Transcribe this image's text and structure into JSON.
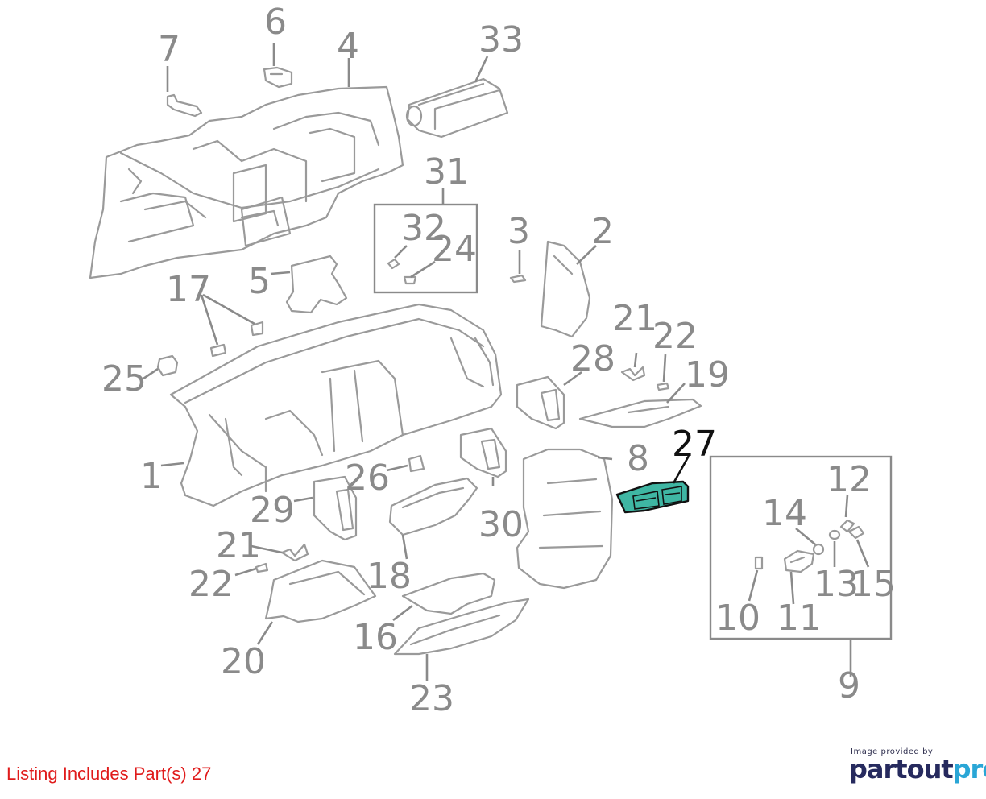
{
  "diagram": {
    "callouts": [
      "1",
      "2",
      "3",
      "4",
      "5",
      "6",
      "7",
      "8",
      "9",
      "10",
      "11",
      "12",
      "13",
      "14",
      "15",
      "16",
      "17",
      "18",
      "19",
      "20",
      "21",
      "21",
      "22",
      "22",
      "23",
      "24",
      "25",
      "26",
      "27",
      "28",
      "29",
      "30",
      "31",
      "32",
      "33"
    ],
    "highlighted_callout": "27",
    "highlight_color": "#3fb6a3",
    "label_color": "#8a8a8a"
  },
  "footer": {
    "listing_text": "Listing Includes Part(s) 27",
    "listing_color": "#e01b1b",
    "credit_small": "Image provided by",
    "logo_part1": "partout",
    "logo_part2": "pro"
  }
}
